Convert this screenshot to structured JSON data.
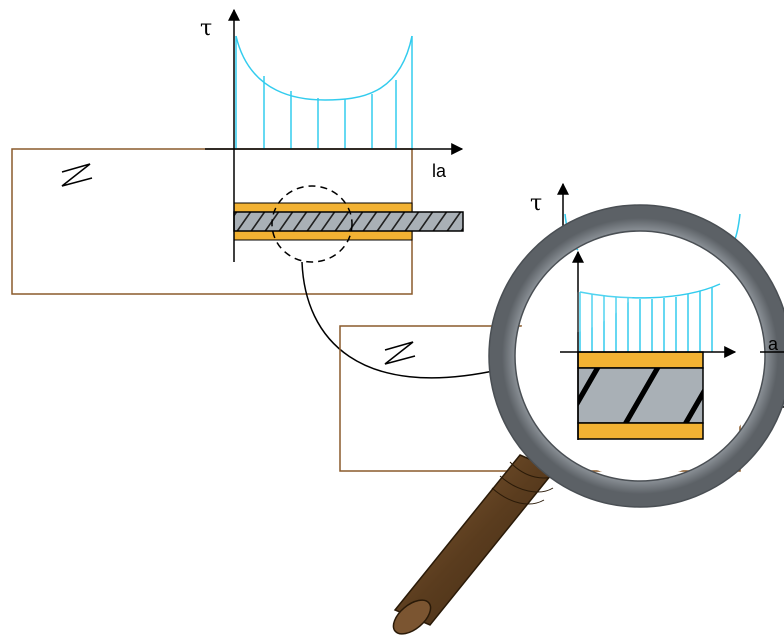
{
  "diagram": {
    "labels": {
      "tau_main": "τ",
      "la_main": "la",
      "tau_zoom": "τ",
      "la_zoom": "a"
    },
    "colors": {
      "stress_curve": "#33ccee",
      "concrete_outline": "#8a5a2b",
      "bond_layer": "#f2b233",
      "bar_fill": "#a9b0b6",
      "lens_ring": "#9ea3a8",
      "handle": "#6b4a2a",
      "axis": "#000000"
    },
    "icons": [
      "break-line-symbol",
      "magnifying-glass-icon"
    ]
  }
}
